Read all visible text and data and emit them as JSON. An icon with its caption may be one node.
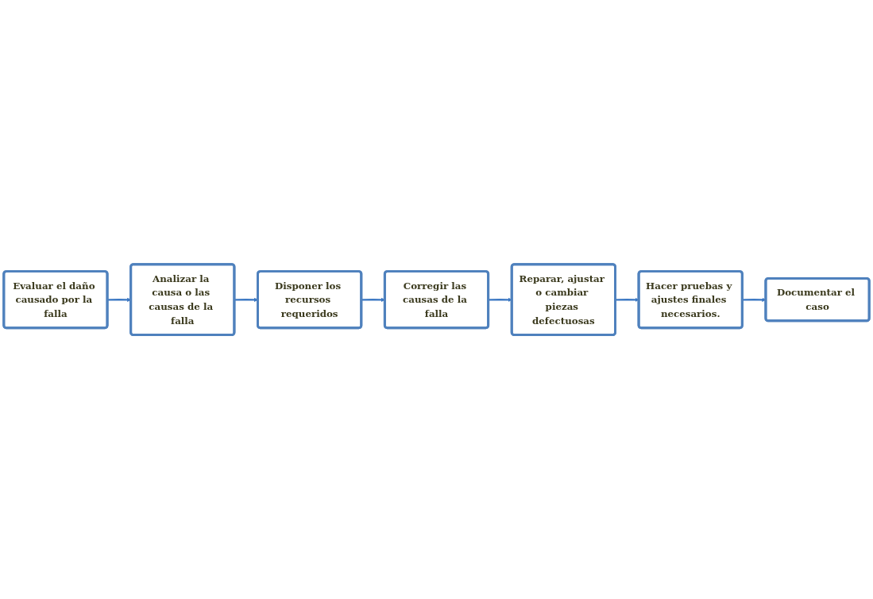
{
  "diagram": {
    "nodes": [
      {
        "text": [
          "Evaluar el daño causado por la falla"
        ]
      },
      {
        "text": [
          "Analizar la causa o las causas de la falla"
        ]
      },
      {
        "text": [
          "Disponer los recursos requeridos"
        ]
      },
      {
        "text": [
          "Corregir las causas de la falla"
        ]
      },
      {
        "text": [
          "Reparar, ajustar o cambiar piezas defectuosas"
        ]
      },
      {
        "text": [
          "Hacer pruebas y ajustes finales necesarios."
        ]
      },
      {
        "text": [
          "Documentar el caso"
        ]
      }
    ],
    "edges": [
      {
        "from": 0,
        "to": 1,
        "arrow": "to"
      },
      {
        "from": 1,
        "to": 2,
        "arrow": "to"
      },
      {
        "from": 2,
        "to": 3,
        "arrow": "to"
      },
      {
        "from": 3,
        "to": 4,
        "arrow": "to"
      },
      {
        "from": 4,
        "to": 5,
        "arrow": "to"
      },
      {
        "from": 5,
        "to": 6,
        "arrow": "to"
      }
    ]
  }
}
